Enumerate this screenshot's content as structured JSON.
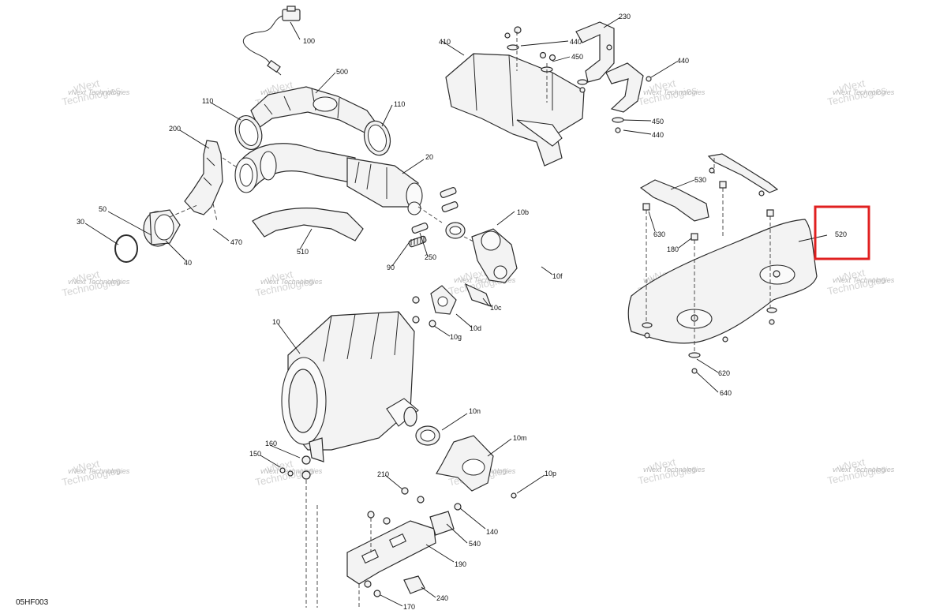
{
  "diagram_code": "05HF003",
  "watermark": {
    "line1": "vNext Technologies",
    "line2": "vNext",
    "line3": "Technologies"
  },
  "callouts": {
    "c100": "100",
    "c500": "500",
    "c110a": "110",
    "c110b": "110",
    "c200": "200",
    "c20": "20",
    "c50": "50",
    "c30": "30",
    "c40": "40",
    "c470": "470",
    "c510": "510",
    "c90": "90",
    "c250": "250",
    "c10b": "10b",
    "c10f": "10f",
    "c10c": "10c",
    "c10d": "10d",
    "c10g": "10g",
    "c410": "410",
    "c440a": "440",
    "c450a": "450",
    "c230": "230",
    "c440b": "440",
    "c450b": "450",
    "c440c": "440",
    "c530": "530",
    "c630": "630",
    "c180": "180",
    "c520": "520",
    "c620": "620",
    "c640": "640",
    "c10": "10",
    "c10n": "10n",
    "c10m": "10m",
    "c10p": "10p",
    "c160": "160",
    "c150": "150",
    "c210": "210",
    "c140": "140",
    "c540": "540",
    "c190": "190",
    "c240": "240",
    "c170": "170"
  },
  "highlight": {
    "part": "520",
    "color": "#e02020"
  }
}
